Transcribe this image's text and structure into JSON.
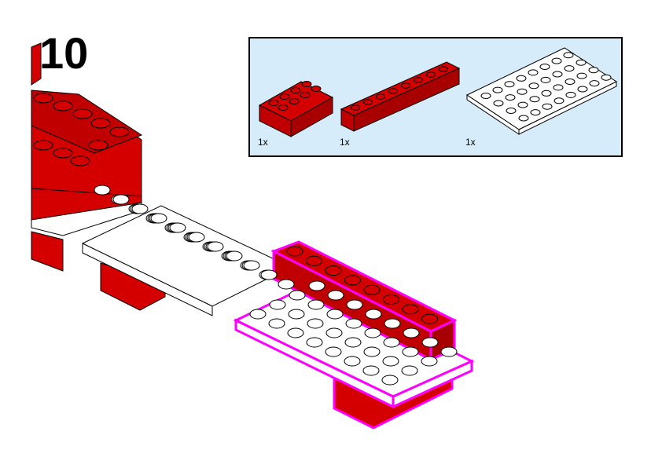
{
  "step": {
    "number": "10"
  },
  "parts_list": [
    {
      "name": "red-brick-2x4",
      "quantity": "1x",
      "color": "#d40000"
    },
    {
      "name": "red-brick-1x8",
      "quantity": "1x",
      "color": "#d40000"
    },
    {
      "name": "white-plate-4x8",
      "quantity": "1x",
      "color": "#ffffff"
    }
  ],
  "colors": {
    "red": "#d40000",
    "red_dark": "#a80000",
    "white": "#ffffff",
    "highlight": "#ff00ff",
    "panel": "#d6ecfa"
  }
}
